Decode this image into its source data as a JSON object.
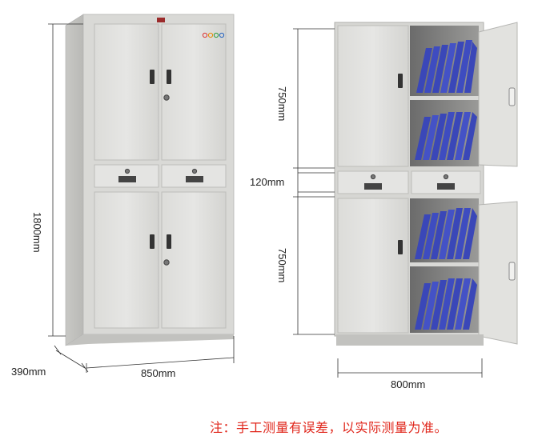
{
  "dimensions": {
    "height_total": "1800mm",
    "depth": "390mm",
    "width_outer": "850mm",
    "upper_section": "750mm",
    "drawer_section": "120mm",
    "lower_section": "750mm",
    "width_inner": "800mm"
  },
  "note": "注：手工测量有误差，以实际测量为准。",
  "colors": {
    "cabinet_body": "#e1e1df",
    "cabinet_shadow": "#c9c9c6",
    "binder_blue": "#3a47b8",
    "dimension_line": "#333333",
    "note_text": "#e0261b"
  }
}
